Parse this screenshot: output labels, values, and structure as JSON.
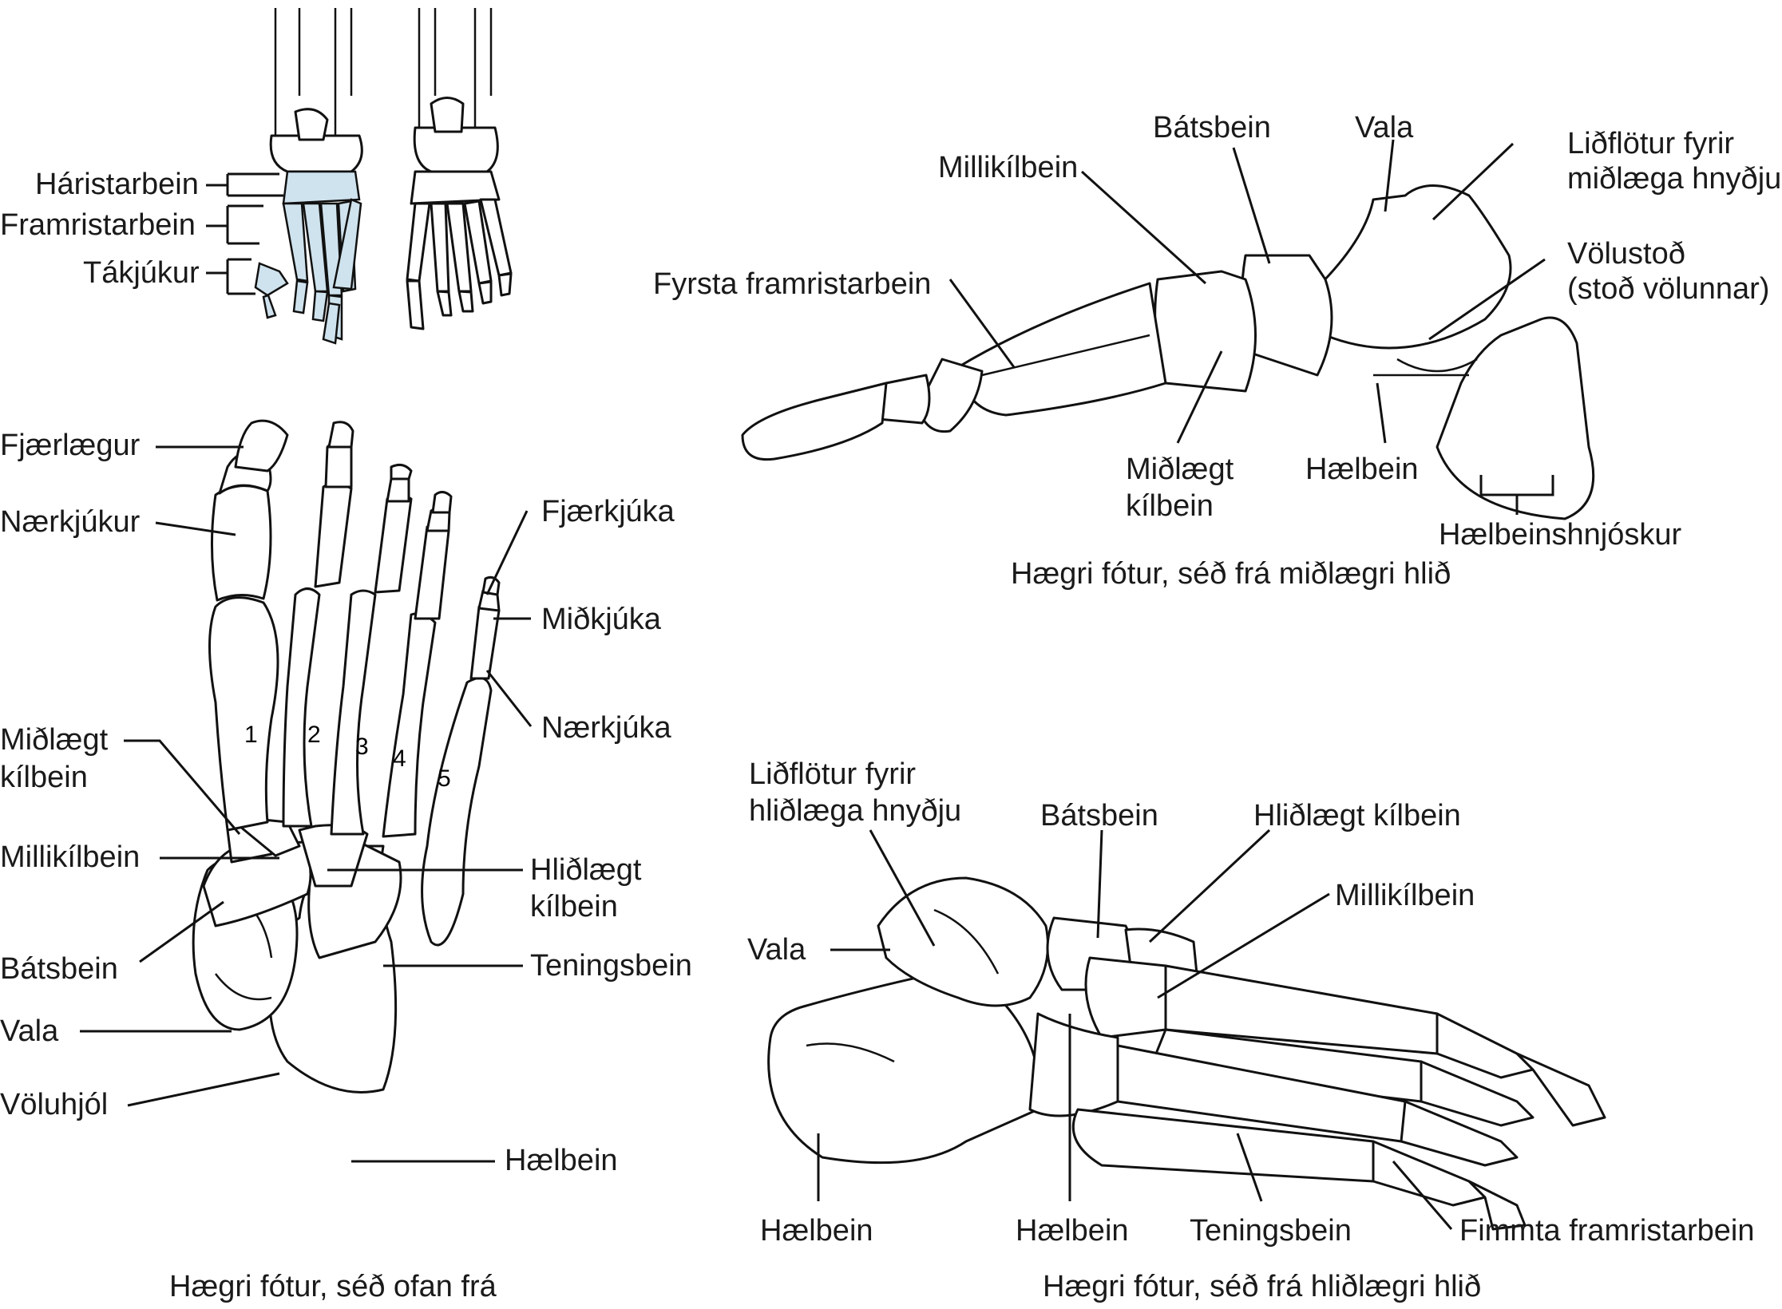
{
  "overview": {
    "labels": [
      "Háristarbein",
      "Framristarbein",
      "Tákjúkur"
    ]
  },
  "top_view": {
    "caption": "Hægri fótur, séð ofan frá",
    "digit_numbers": [
      "1",
      "2",
      "3",
      "4",
      "5"
    ],
    "left_labels": {
      "fjaerlaegur": "Fjærlægur",
      "naerkjukur": "Nærkjúkur",
      "midlaegt_kilbein_1": "Miðlægt",
      "midlaegt_kilbein_2": "kílbein",
      "millikilbein": "Millikílbein",
      "batsbein": "Bátsbein",
      "vala": "Vala",
      "voluhjol": "Völuhjól"
    },
    "right_labels": {
      "fjaerkjuka": "Fjærkjúka",
      "midkjuka": "Miðkjúka",
      "naerkjuka": "Nærkjúka",
      "hlidlaegt_kilbein_1": "Hliðlægt",
      "hlidlaegt_kilbein_2": "kílbein",
      "teningsbein": "Teningsbein",
      "haelbein": "Hælbein"
    }
  },
  "medial_view": {
    "caption": "Hægri fótur, séð frá miðlægri hlið",
    "labels": {
      "millikilbein": "Millikílbein",
      "batsbein": "Bátsbein",
      "vala": "Vala",
      "lidflotur_1": "Liðflötur fyrir",
      "lidflotur_2": "miðlæga hnyðju",
      "volustod_1": "Völustoð",
      "volustod_2": "(stoð völunnar)",
      "fyrsta_framristarbein": "Fyrsta framristarbein",
      "midlaegt_kilbein_1": "Miðlægt",
      "midlaegt_kilbein_2": "kílbein",
      "haelbein": "Hælbein",
      "haelbeinshnjoskur": "Hælbeinshnjóskur"
    }
  },
  "lateral_view": {
    "caption": "Hægri fótur, séð frá hliðlægri hlið",
    "labels": {
      "lidflotur_1": "Liðflötur fyrir",
      "lidflotur_2": "hliðlæga hnyðju",
      "batsbein": "Bátsbein",
      "hlidlaegt_kilbein": "Hliðlægt kílbein",
      "millikilbein": "Millikílbein",
      "vala": "Vala",
      "haelbein_a": "Hælbein",
      "haelbein_b": "Hælbein",
      "teningsbein": "Teningsbein",
      "fimmta_framristarbein": "Fimmta framristarbein"
    }
  },
  "colors": {
    "highlight_bones": "#cfe3ee",
    "line": "#111111",
    "background": "#ffffff"
  }
}
